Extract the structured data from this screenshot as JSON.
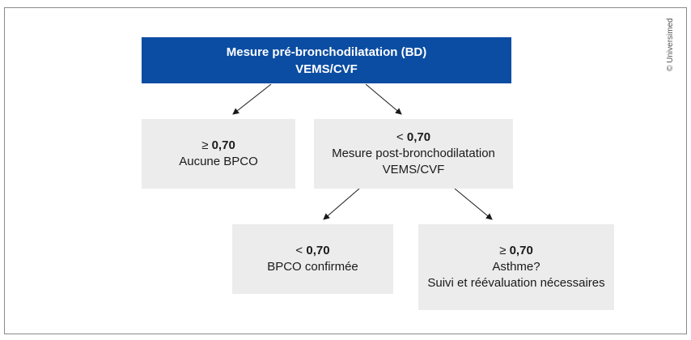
{
  "nodes": {
    "root": {
      "line1": "Mesure pré-bronchodilatation (BD)",
      "line2": "VEMS/CVF"
    },
    "left": {
      "symbol": "≥",
      "value": "0,70",
      "label": "Aucune BPCO"
    },
    "right": {
      "symbol": "<",
      "value": "0,70",
      "line1": "Mesure post-bronchodilatation",
      "line2": "VEMS/CVF"
    },
    "bottom_left": {
      "symbol": "<",
      "value": "0,70",
      "label": "BPCO confirmée"
    },
    "bottom_right": {
      "symbol": "≥",
      "value": "0,70",
      "line1": "Asthme?",
      "line2": "Suivi et réévaluation nécessaires"
    }
  },
  "copyright": "© Universimed",
  "colors": {
    "primary": "#0b4da2",
    "box": "#ececec",
    "arrow": "#1a1a1a"
  }
}
